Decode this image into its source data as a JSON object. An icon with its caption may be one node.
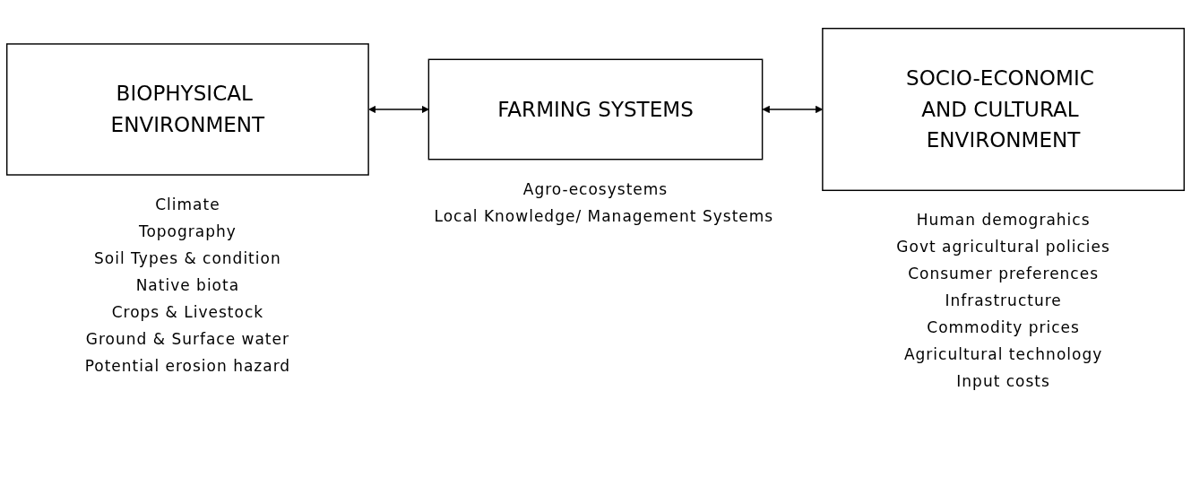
{
  "diagram": {
    "nodes": [
      {
        "text": [
          "BIOPHYSICAL ENVIRONMENT"
        ],
        "beside": [
          "Climate",
          "Topography",
          "Soil Types & condition",
          "Native biota",
          "Crops & Livestock",
          "Ground & Surface water",
          "Potential erosion hazard"
        ]
      },
      {
        "text": [
          "FARMING SYSTEMS"
        ],
        "beside": [
          "Agro-ecosystems",
          "Local Knowledge/ Management Systems"
        ]
      },
      {
        "text": [
          "SOCIO-ECONOMIC AND CULTURAL ENVIRONMENT"
        ],
        "beside": [
          "Human demograhics",
          "Govt agricultural policies",
          "Consumer preferences",
          "Infrastructure",
          "Commodity prices",
          "Agricultural technology",
          "Input costs"
        ]
      }
    ],
    "edges": [
      {
        "from": 0,
        "to": 1,
        "arrow": "both"
      },
      {
        "from": 1,
        "to": 2,
        "arrow": "both"
      }
    ]
  }
}
